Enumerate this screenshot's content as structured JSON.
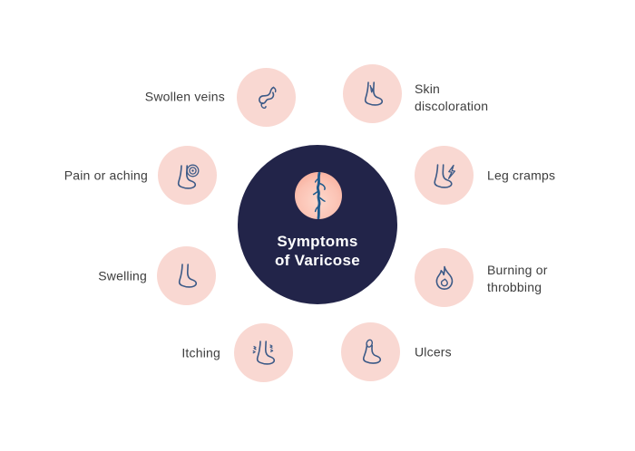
{
  "title": {
    "line1": "Symptoms",
    "line2": "of Varicose",
    "full": "Symptoms of Varicose"
  },
  "colors": {
    "background": "#ffffff",
    "hub_circle": "#222449",
    "hub_text": "#ffffff",
    "satellite_circle": "#f9d8d2",
    "icon_stroke": "#3c5a87",
    "label_text": "#3d3d3d",
    "center_vein": "#1d5b8d",
    "center_inner_circle_light": "#fdd8cc",
    "center_inner_circle_dark": "#f7a28d"
  },
  "items": [
    {
      "id": "swollen-veins",
      "label": "Swollen veins",
      "icon": "swollen-vein-icon"
    },
    {
      "id": "skin-discoloration",
      "label": "Skin discoloration",
      "icon": "foot-vein-icon"
    },
    {
      "id": "leg-cramps",
      "label": "Leg cramps",
      "icon": "foot-lightning-icon"
    },
    {
      "id": "burning-throbbing",
      "label": "Burning or throbbing",
      "icon": "flame-icon"
    },
    {
      "id": "ulcers",
      "label": "Ulcers",
      "icon": "foot-ulcer-icon"
    },
    {
      "id": "itching",
      "label": "Itching",
      "icon": "foot-itch-icon"
    },
    {
      "id": "swelling",
      "label": "Swelling",
      "icon": "swollen-foot-icon"
    },
    {
      "id": "pain-aching",
      "label": "Pain or aching",
      "icon": "foot-pain-target-icon"
    }
  ]
}
